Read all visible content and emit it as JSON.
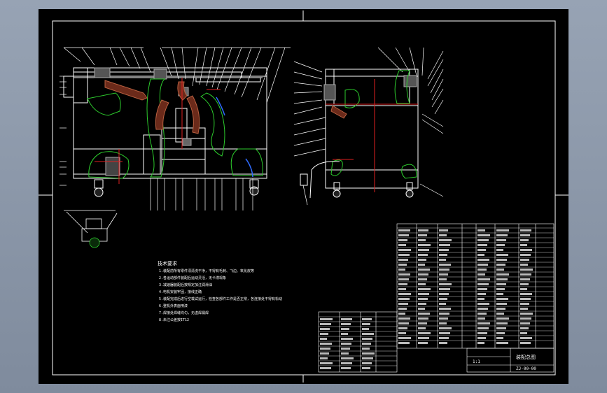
{
  "drawing": {
    "notes_title": "技术要求",
    "notes": [
      "1.装配前所有零件须清洗干净，不得有毛刺、飞边、氧化皮等",
      "2.各运动部件装配后运动灵活，无卡滞现象",
      "3.减速器装配后按规定加注润滑油",
      "4.电机安装牢固，接线正确",
      "5.装配完成后进行空载试运行，检查各部件工作是否正常，各连接处不得有松动",
      "6.整机外表面喷漆",
      "7.焊接处焊缝均匀，无虚焊漏焊",
      "8.未注公差按IT12"
    ],
    "titleblock": {
      "name": "装配总图",
      "scale": "1:1",
      "drawing_no": "ZJ-00-00"
    }
  }
}
